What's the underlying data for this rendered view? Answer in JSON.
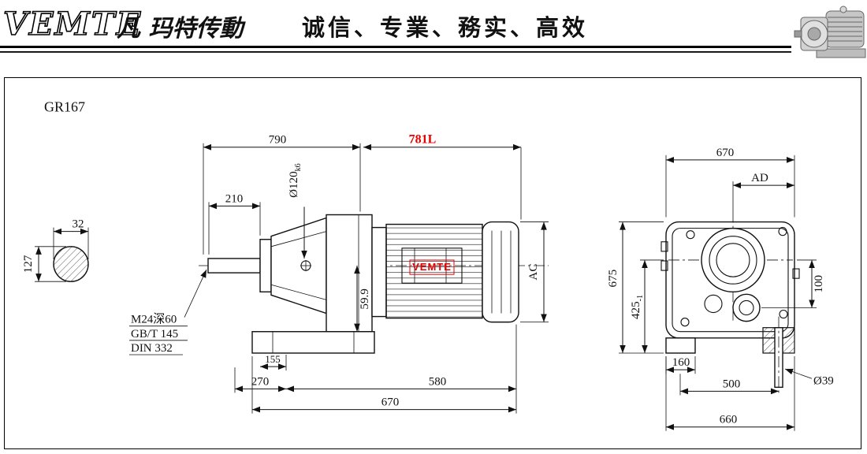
{
  "header": {
    "logo_en": "VEMTE",
    "logo_cn": "凡 玛特传動",
    "slogan": "诚信、专業、務实、高效"
  },
  "drawing": {
    "model": "GR167",
    "colors": {
      "highlight": "#e60000",
      "line": "#111111"
    },
    "shaft_section": {
      "width": "32",
      "height": "127"
    },
    "side_view": {
      "overall_790": "790",
      "red_781": "781L",
      "dim_210": "210",
      "shaft_dia": "Ø120",
      "shaft_dia_tol": "k6",
      "dim_599": "59.9",
      "motor_dia": "AC",
      "dim_155": "155",
      "dim_270": "270",
      "dim_580": "580",
      "dim_670": "670",
      "note_line1": "M24深60",
      "note_line2": "GB/T 145",
      "note_line3": "DIN 332",
      "brand_mark": "VEMTE"
    },
    "end_view": {
      "dim_670": "670",
      "dim_ad": "AD",
      "dim_675": "675",
      "dim_425": "425",
      "dim_425_sub": "-1",
      "dim_100": "100",
      "dim_160": "160",
      "dim_500": "500",
      "dia_39": "Ø39",
      "dim_660": "660"
    }
  }
}
